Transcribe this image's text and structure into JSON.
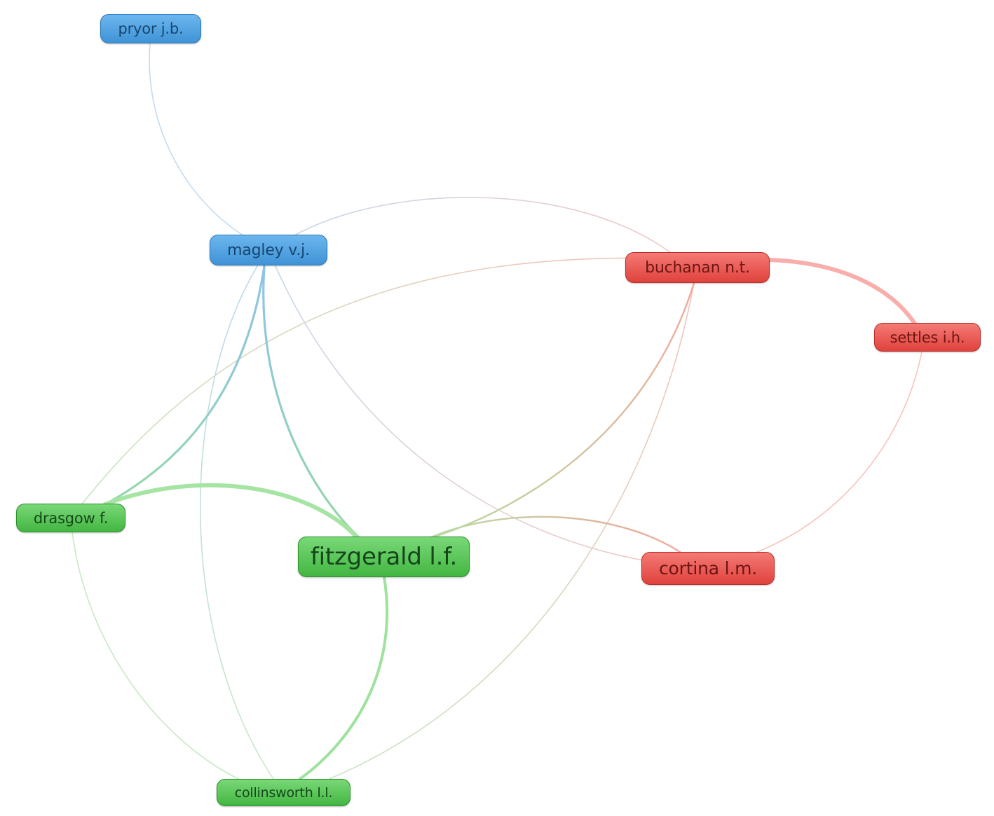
{
  "network": {
    "nodes": [
      {
        "id": "pryor",
        "label": "pryor j.b.",
        "cluster": "blue"
      },
      {
        "id": "magley",
        "label": "magley v.j.",
        "cluster": "blue"
      },
      {
        "id": "buchanan",
        "label": "buchanan n.t.",
        "cluster": "red"
      },
      {
        "id": "settles",
        "label": "settles i.h.",
        "cluster": "red"
      },
      {
        "id": "drasgow",
        "label": "drasgow f.",
        "cluster": "green"
      },
      {
        "id": "fitzgerald",
        "label": "fitzgerald l.f.",
        "cluster": "green"
      },
      {
        "id": "cortina",
        "label": "cortina l.m.",
        "cluster": "red"
      },
      {
        "id": "collinsworth",
        "label": "collinsworth l.l.",
        "cluster": "green"
      }
    ],
    "edges": [
      {
        "source": "pryor",
        "target": "magley",
        "strength": 1
      },
      {
        "source": "magley",
        "target": "buchanan",
        "strength": 1
      },
      {
        "source": "magley",
        "target": "drasgow",
        "strength": 2
      },
      {
        "source": "magley",
        "target": "fitzgerald",
        "strength": 2
      },
      {
        "source": "magley",
        "target": "collinsworth",
        "strength": 1
      },
      {
        "source": "magley",
        "target": "cortina",
        "strength": 1
      },
      {
        "source": "buchanan",
        "target": "settles",
        "strength": 3
      },
      {
        "source": "buchanan",
        "target": "drasgow",
        "strength": 1
      },
      {
        "source": "buchanan",
        "target": "fitzgerald",
        "strength": 2
      },
      {
        "source": "buchanan",
        "target": "collinsworth",
        "strength": 1
      },
      {
        "source": "settles",
        "target": "cortina",
        "strength": 1
      },
      {
        "source": "drasgow",
        "target": "fitzgerald",
        "strength": 3
      },
      {
        "source": "drasgow",
        "target": "collinsworth",
        "strength": 1
      },
      {
        "source": "fitzgerald",
        "target": "collinsworth",
        "strength": 2
      },
      {
        "source": "fitzgerald",
        "target": "cortina",
        "strength": 2
      }
    ],
    "cluster_colors": {
      "blue": "#4a9fe0",
      "red": "#e8524d",
      "green": "#4fbf4e"
    }
  }
}
